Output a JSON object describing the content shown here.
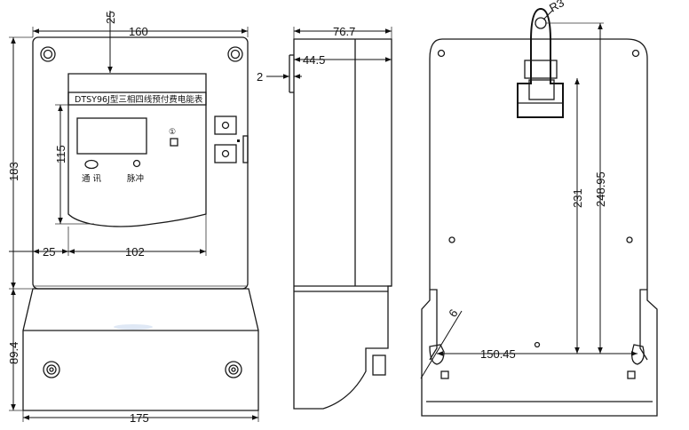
{
  "front_view": {
    "panel_label": "DTSY96J型三相四线预付费电能表",
    "comm_label": "通 讯",
    "pulse_label": "脉冲",
    "button_symbol": "①"
  },
  "dimensions": {
    "top_width": "160",
    "top_offset": "25",
    "panel_height": "115",
    "total_height": "183",
    "left_offset": "25",
    "panel_width": "102",
    "lower_height": "89.4",
    "bottom_width": "175",
    "side_depth": "76.7",
    "side_inner": "44.5",
    "side_step": "2",
    "back_hole_radius": "R3",
    "back_height_a": "231",
    "back_height_b": "248.95",
    "back_hole_spacing": "150.45",
    "back_slot": "6"
  }
}
